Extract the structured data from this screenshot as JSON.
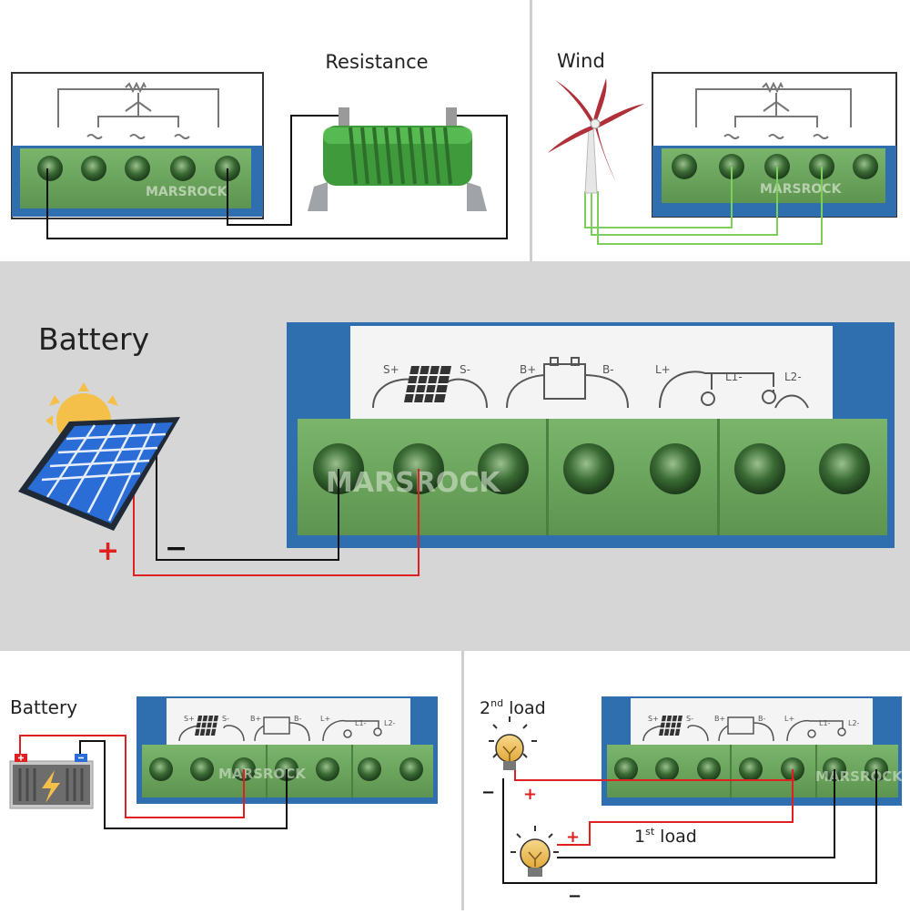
{
  "panels": {
    "resistance": {
      "label": "Resistance"
    },
    "wind": {
      "label": "Wind"
    },
    "solar": {
      "label": "Battery"
    },
    "battery": {
      "label": "Battery"
    },
    "loads": {
      "second_load_num": "2",
      "second_load_sup": "nd",
      "second_load_word": " load",
      "first_load_num": "1",
      "first_load_sup": "st",
      "first_load_word": " load"
    }
  },
  "watermark": "MARSROCK",
  "terminal_labels": {
    "solar_pos": "S+",
    "solar_neg": "S-",
    "battery_pos": "B+",
    "battery_neg": "B-",
    "load_pos": "L+",
    "load1_neg": "L1-",
    "load2_neg": "L2-"
  },
  "polarity": {
    "plus": "+",
    "minus": "−"
  },
  "colors": {
    "terminal_green": "#6aa55c",
    "chassis_blue": "#2f6fb0",
    "wire_red": "#e02020",
    "wire_black": "#111111",
    "wire_green": "#7ccf5a",
    "panel_gray": "#d6d6d6"
  }
}
